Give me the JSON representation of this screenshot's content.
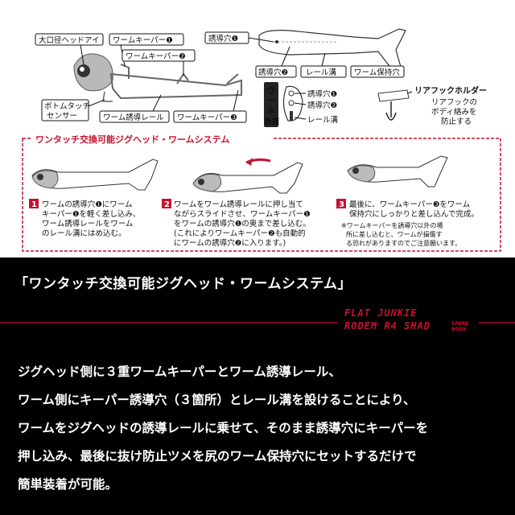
{
  "diagram": {
    "labels": {
      "big_eye": "大口径ヘッドアイ",
      "keeper1": "ワームキーパー❶",
      "keeper2": "ワームキーパー❷",
      "bottom_touch_1": "ボトムタッチ",
      "bottom_touch_2": "センサー",
      "guide_rail": "ワーム誘導レール",
      "keeper3": "ワームキーパー❸",
      "guide_hole1": "誘導穴❶",
      "guide_hole2": "誘導穴❷",
      "rail_groove": "レール溝",
      "worm_hold_hole": "ワーム保持穴",
      "section_title": "ワーム断面",
      "sec_hole1": "誘導穴❶",
      "sec_hole2": "誘導穴❷",
      "sec_groove": "レール溝",
      "rear_hook_title": "リアフックホルダー",
      "rear_hook_desc_1": "リアフックの",
      "rear_hook_desc_2": "ボディ絡みを",
      "rear_hook_desc_3": "防止する"
    },
    "system_banner": "ワンタッチ交換可能ジグヘッド・ワームシステム",
    "steps": [
      {
        "num": "1",
        "lines": [
          "ワームの誘導穴❶にワーム",
          "キーパー❶を軽く差し込み、",
          "ワーム誘導レールをワーム",
          "のレール溝にはめ込む。"
        ]
      },
      {
        "num": "2",
        "lines": [
          "ワームをワーム誘導レールに押し当て",
          "ながらスライドさせ、ワームキーパー❶",
          "をワームの誘導穴❶の奥まで差し込む。",
          "(これによりワームキーパー❷も自動的",
          "にワームの誘導穴❷に入ります。)"
        ]
      },
      {
        "num": "3",
        "lines": [
          "最後に、ワームキーパー❸をワーム",
          "保持穴にしっかりと差し込んで完成。"
        ]
      }
    ],
    "note_lines": [
      "※ワームキーパーを誘導穴以外の場",
      "所に差し込むと、ワームが損傷す",
      "る恐れがありますのでご注意願います。"
    ]
  },
  "heading": "「ワンタッチ交換可能ジグヘッド・ワームシステム」",
  "brand": {
    "line1": "FLAT JUNKIE",
    "line2": "RODEM R4 SHAD",
    "line3": "SPARE BODY"
  },
  "body_lines": [
    "ジグヘッド側に３重ワームキーパーとワーム誘導レール、",
    "ワーム側にキーパー誘導穴（３箇所）とレール溝を設けることにより、",
    "ワームをジグヘッドの誘導レールに乗せて、そのまま誘導穴にキーパーを",
    "押し込み、最後に抜け防止ツメを尻のワーム保持穴にセットするだけで",
    "簡単装着が可能。"
  ],
  "colors": {
    "accent": "#c8102e",
    "background": "#000000",
    "panel": "#ffffff"
  }
}
